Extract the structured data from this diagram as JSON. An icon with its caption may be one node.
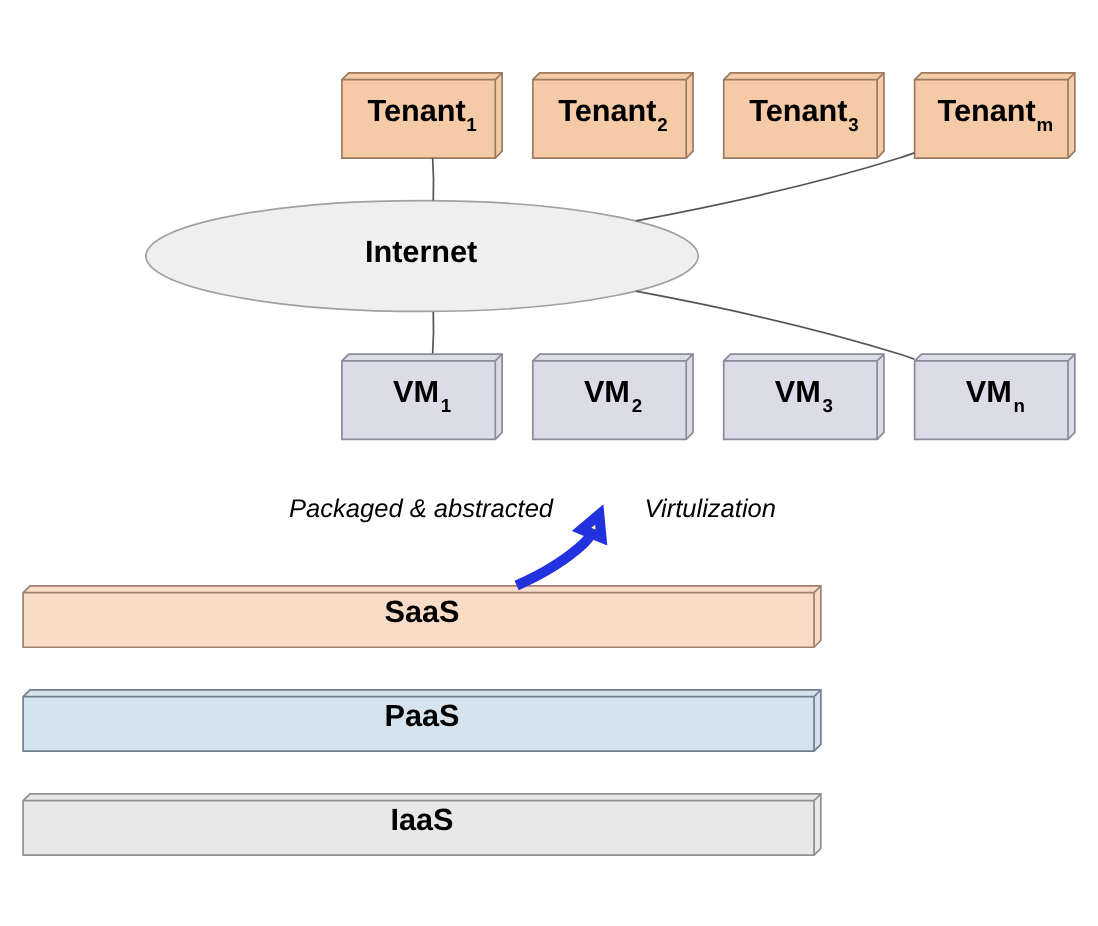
{
  "diagram": {
    "nodes": [
      {
        "text": [
          "Tenant$_{1}$"
        ]
      },
      {
        "text": [
          "Tenant$_{2}$"
        ]
      },
      {
        "text": [
          "Tenant$_{3}$"
        ]
      },
      {
        "text": [
          "Tenant$_{m}$"
        ]
      },
      {
        "text": [
          "Internet"
        ]
      },
      {
        "text": [
          "VM$_{1}$"
        ]
      },
      {
        "text": [
          "VM$_{2}$"
        ]
      },
      {
        "text": [
          "VM$_{3}$"
        ]
      },
      {
        "text": [
          "VM$_{n}$"
        ]
      },
      {
        "text": [
          "SaaS"
        ]
      },
      {
        "text": [
          "PaaS"
        ]
      },
      {
        "text": [
          "IaaS"
        ]
      }
    ],
    "edges": [
      {
        "from": 0,
        "to": 4,
        "arrow": "none"
      },
      {
        "from": 3,
        "to": 4,
        "arrow": "none"
      },
      {
        "from": 4,
        "to": 5,
        "arrow": "none"
      },
      {
        "from": 4,
        "to": 8,
        "arrow": "none"
      },
      {
        "from": 9,
        "to": null,
        "arrow": "to",
        "style": "thick",
        "color": "#2233dd"
      }
    ],
    "labels": [
      "Packaged & abstracted",
      "Virtulization"
    ]
  }
}
